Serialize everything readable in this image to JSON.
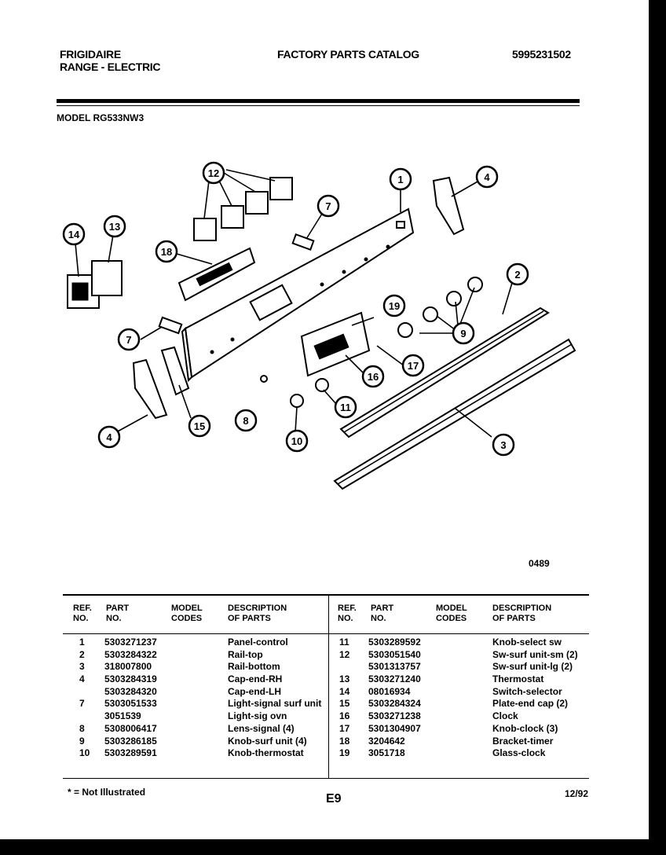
{
  "header": {
    "brand": "FRIGIDAIRE",
    "product": "RANGE - ELECTRIC",
    "catalog_title": "FACTORY PARTS CATALOG",
    "catalog_number": "5995231502",
    "model_label": "MODEL RG533NW3"
  },
  "diagram": {
    "figure_code": "0489",
    "callouts": [
      "1",
      "2",
      "3",
      "4",
      "4",
      "7",
      "7",
      "8",
      "9",
      "10",
      "11",
      "12",
      "13",
      "14",
      "15",
      "16",
      "17",
      "18",
      "19"
    ]
  },
  "table": {
    "headers": {
      "ref_no": "REF.\nNO.",
      "part_no": "PART\nNO.",
      "model_codes": "MODEL\nCODES",
      "description": "DESCRIPTION\nOF PARTS"
    },
    "left_rows": [
      {
        "ref": "1",
        "part": "5303271237",
        "desc": "Panel-control"
      },
      {
        "ref": "2",
        "part": "5303284322",
        "desc": "Rail-top"
      },
      {
        "ref": "3",
        "part": "318007800",
        "desc": "Rail-bottom"
      },
      {
        "ref": "4",
        "part": "5303284319",
        "desc": "Cap-end-RH"
      },
      {
        "ref": "",
        "part": "5303284320",
        "desc": "Cap-end-LH"
      },
      {
        "ref": "7",
        "part": "5303051533",
        "desc": "Light-signal surf unit"
      },
      {
        "ref": "",
        "part": "3051539",
        "desc": "Light-sig ovn"
      },
      {
        "ref": "8",
        "part": "5308006417",
        "desc": "Lens-signal (4)"
      },
      {
        "ref": "9",
        "part": "5303286185",
        "desc": "Knob-surf unit (4)"
      },
      {
        "ref": "10",
        "part": "5303289591",
        "desc": "Knob-thermostat"
      }
    ],
    "right_rows": [
      {
        "ref": "11",
        "part": "5303289592",
        "desc": "Knob-select sw"
      },
      {
        "ref": "12",
        "part": "5303051540",
        "desc": "Sw-surf unit-sm (2)"
      },
      {
        "ref": "",
        "part": "5301313757",
        "desc": "Sw-surf unit-lg (2)"
      },
      {
        "ref": "13",
        "part": "5303271240",
        "desc": "Thermostat"
      },
      {
        "ref": "14",
        "part": "08016934",
        "desc": "Switch-selector"
      },
      {
        "ref": "15",
        "part": "5303284324",
        "desc": "Plate-end cap (2)"
      },
      {
        "ref": "16",
        "part": "5303271238",
        "desc": "Clock"
      },
      {
        "ref": "17",
        "part": "5301304907",
        "desc": "Knob-clock (3)"
      },
      {
        "ref": "18",
        "part": "3204642",
        "desc": "Bracket-timer"
      },
      {
        "ref": "19",
        "part": "3051718",
        "desc": "Glass-clock"
      }
    ]
  },
  "footer": {
    "note": "* = Not Illustrated",
    "page": "E9",
    "date": "12/92"
  }
}
